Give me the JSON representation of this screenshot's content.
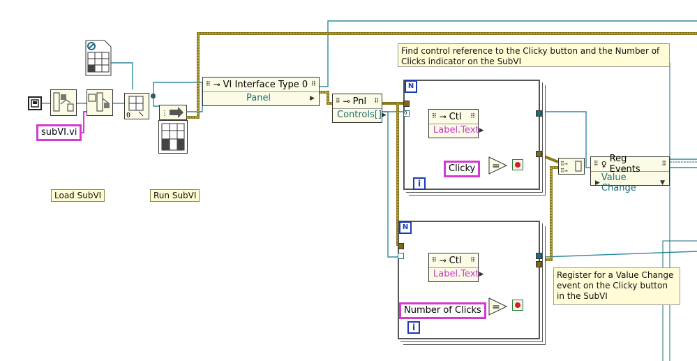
{
  "labels": {
    "load_subvi": "Load SubVI",
    "run_subvi": "Run SubVI"
  },
  "comments": {
    "find_ref": "Find control reference to the Clicky button and the Number of Clicks indicator on the SubVI",
    "register": "Register for a Value Change event on the Clicky button in the SubVI"
  },
  "constants": {
    "subvi_path": "subVI.vi",
    "clicky": "Clicky",
    "number_of_clicks": "Number of Clicks"
  },
  "nodes": {
    "vi_interface_title": "VI Interface Type 0",
    "vi_interface_prop": "Panel",
    "pnl_title": "Pnl",
    "pnl_prop": "Controls[]",
    "ctl1_title": "Ctl",
    "ctl1_prop": "Label.Text",
    "ctl2_title": "Ctl",
    "ctl2_prop": "Label.Text",
    "reg_events_title": "Reg Events",
    "reg_events_event": "Value Change"
  },
  "loops": {
    "n_label": "N",
    "i_label": "i",
    "tunnel_index_label": "0"
  },
  "icons": [
    "path-constant-icon",
    "open-vi-reference-icon",
    "open-vi-reference-icon",
    "vi-reference-icon",
    "call-and-forget-icon",
    "front-panel-icon",
    "build-array-icon",
    "equal-icon",
    "boolean-indicator-icon",
    "property-node-icon"
  ],
  "colors": {
    "refnum_wire": "#2f8a9a",
    "cluster_wire": "#8b7a1b",
    "string_wire": "#d23ad2",
    "loop_border": "#1b3ab5"
  }
}
